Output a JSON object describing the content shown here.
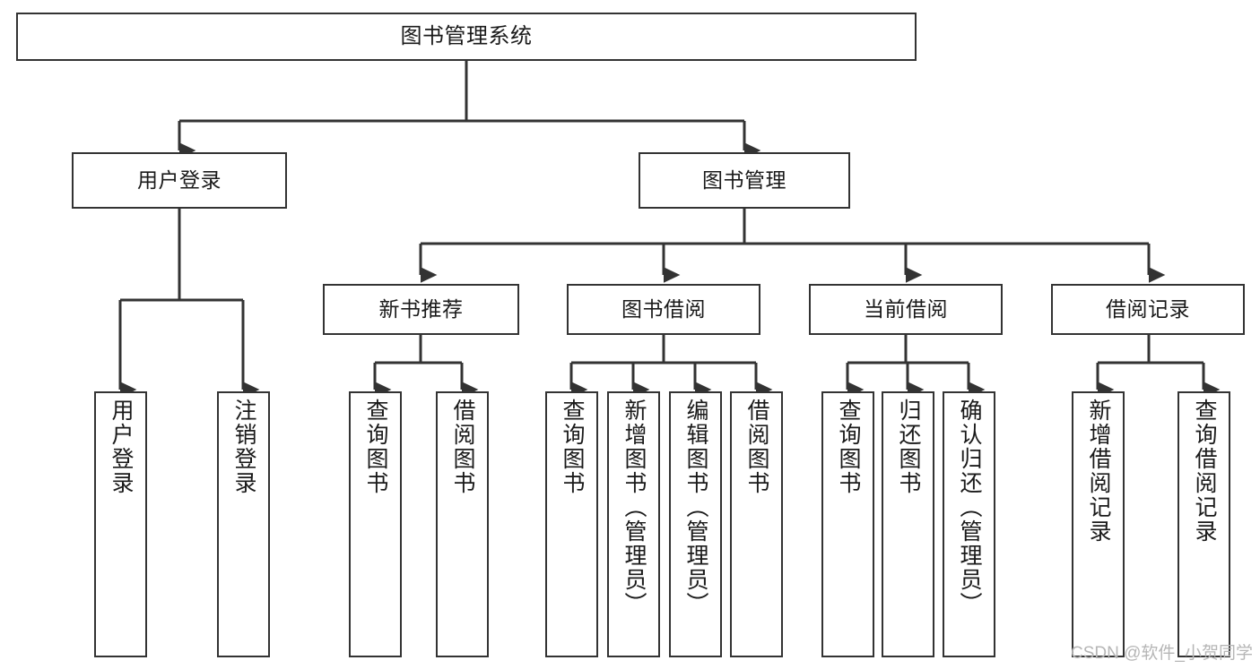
{
  "diagram": {
    "title": "图书管理系统",
    "type": "tree-hierarchy-diagram",
    "colors": {
      "background": "#ffffff",
      "node_border": "#333333",
      "node_fill": "#ffffff",
      "edge": "#333333",
      "text": "#1a1a1a",
      "watermark": "#b6b6b6"
    },
    "root": {
      "label": "图书管理系统"
    },
    "level2": [
      {
        "label": "用户登录"
      },
      {
        "label": "图书管理"
      }
    ],
    "level3": [
      {
        "label": "新书推荐"
      },
      {
        "label": "图书借阅"
      },
      {
        "label": "当前借阅"
      },
      {
        "label": "借阅记录"
      }
    ],
    "leaves": {
      "user_login": [
        {
          "label": "用户登录"
        },
        {
          "label": "注销登录"
        }
      ],
      "new_book_recommend": [
        {
          "label": "查询图书"
        },
        {
          "label": "借阅图书"
        }
      ],
      "book_borrow": [
        {
          "label": "查询图书"
        },
        {
          "label": "新增图书（管理员）"
        },
        {
          "label": "编辑图书（管理员）"
        },
        {
          "label": "借阅图书"
        }
      ],
      "current_borrow": [
        {
          "label": "查询图书"
        },
        {
          "label": "归还图书"
        },
        {
          "label": "确认归还（管理员）"
        }
      ],
      "borrow_record": [
        {
          "label": "新增借阅记录"
        },
        {
          "label": "查询借阅记录"
        }
      ]
    }
  },
  "watermark": {
    "text": "CSDN @软件_小贺同学"
  }
}
